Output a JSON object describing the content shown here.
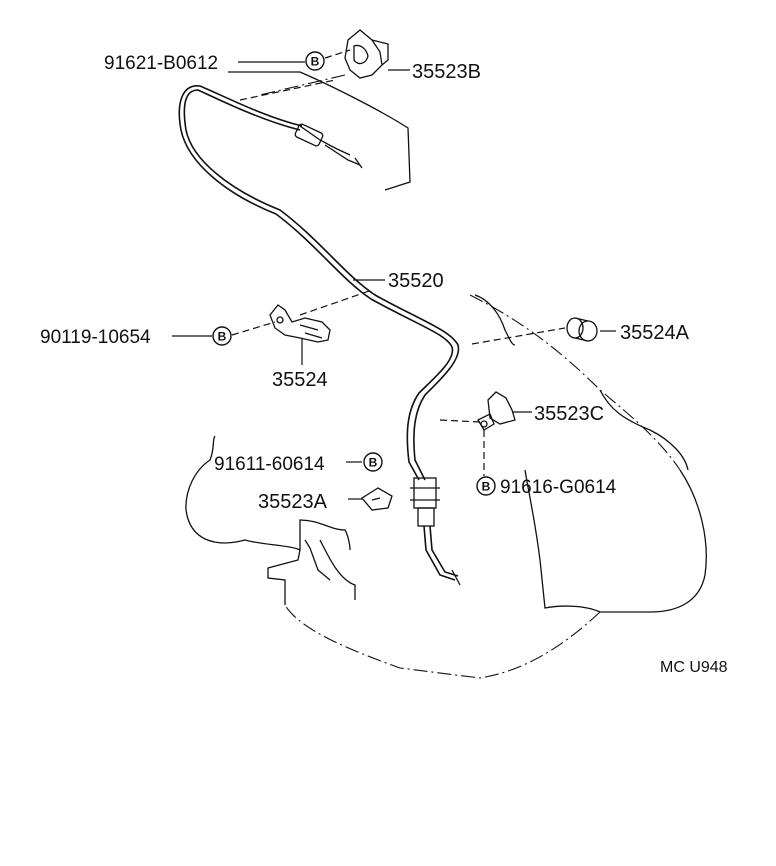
{
  "parts": [
    {
      "id": "p1",
      "text": "91621-B0612",
      "bolt": "B"
    },
    {
      "id": "p2",
      "text": "35523B"
    },
    {
      "id": "p3",
      "text": "35520"
    },
    {
      "id": "p4",
      "text": "90119-10654",
      "bolt": "B"
    },
    {
      "id": "p5",
      "text": "35524A"
    },
    {
      "id": "p6",
      "text": "35524"
    },
    {
      "id": "p7",
      "text": "35523C"
    },
    {
      "id": "p8",
      "text": "91611-60614",
      "bolt": "B"
    },
    {
      "id": "p9",
      "text": "35523A"
    },
    {
      "id": "p10",
      "text": "91616-G0614",
      "bolt": "B"
    }
  ],
  "diagram_code": "MC U948"
}
